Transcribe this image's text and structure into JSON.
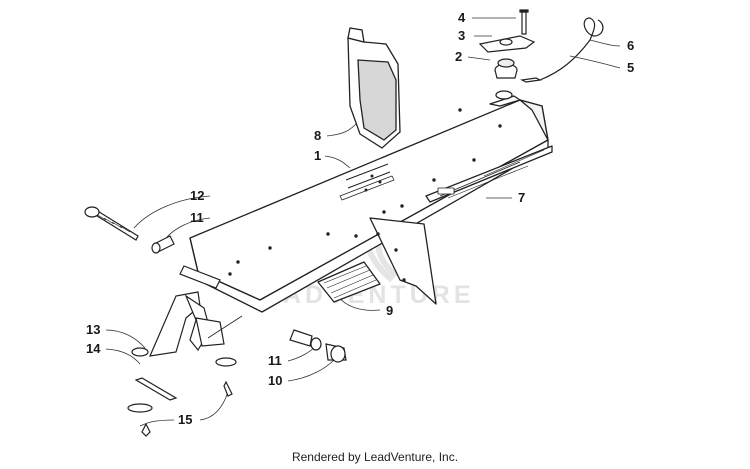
{
  "watermark": "LEADVENTURE",
  "footer": "Rendered by LeadVenture, Inc.",
  "callouts": [
    {
      "id": "c1",
      "text": "1"
    },
    {
      "id": "c2",
      "text": "2"
    },
    {
      "id": "c3",
      "text": "3"
    },
    {
      "id": "c4",
      "text": "4"
    },
    {
      "id": "c5",
      "text": "5"
    },
    {
      "id": "c6",
      "text": "6"
    },
    {
      "id": "c7",
      "text": "7"
    },
    {
      "id": "c8",
      "text": "8"
    },
    {
      "id": "c9",
      "text": "9"
    },
    {
      "id": "c10",
      "text": "10"
    },
    {
      "id": "c11a",
      "text": "11"
    },
    {
      "id": "c11b",
      "text": "11"
    },
    {
      "id": "c12",
      "text": "12"
    },
    {
      "id": "c13",
      "text": "13"
    },
    {
      "id": "c14",
      "text": "14"
    },
    {
      "id": "c15",
      "text": "15"
    }
  ]
}
